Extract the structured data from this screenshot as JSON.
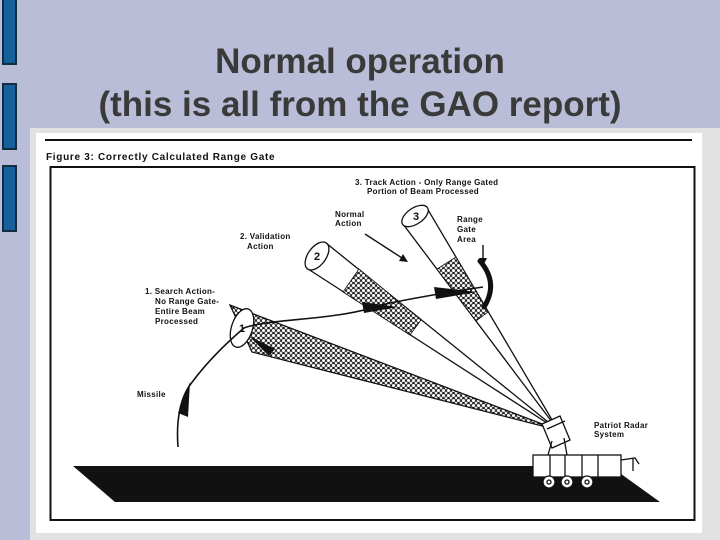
{
  "slide": {
    "title_line1": "Normal operation",
    "title_line2": "(this is all from the GAO report)"
  },
  "figure": {
    "header": "Figure 3: Correctly Calculated Range Gate",
    "labels": {
      "track_action_line1": "3. Track Action - Only Range Gated",
      "track_action_line2": "Portion of Beam Processed",
      "normal_action_line1": "Normal",
      "normal_action_line2": "Action",
      "range_gate_line1": "Range",
      "range_gate_line2": "Gate",
      "range_gate_line3": "Area",
      "validation_line1": "2. Validation",
      "validation_line2": "Action",
      "search_line1": "1. Search Action-",
      "search_line2": "No Range Gate-",
      "search_line3": "Entire Beam",
      "search_line4": "Processed",
      "missile": "Missile",
      "radar_line1": "Patriot Radar",
      "radar_line2": "System",
      "beam1_number": "1",
      "beam2_number": "2",
      "beam3_number": "3"
    }
  },
  "colors": {
    "slide_background": "#b9bdd7",
    "accent_bar_fill": "#16619b",
    "accent_bar_border": "#122c40",
    "content_panel": "#e2e2e2",
    "figure_background": "#ffffff",
    "title_text": "#3a3a3a",
    "figure_ink": "#111111"
  }
}
